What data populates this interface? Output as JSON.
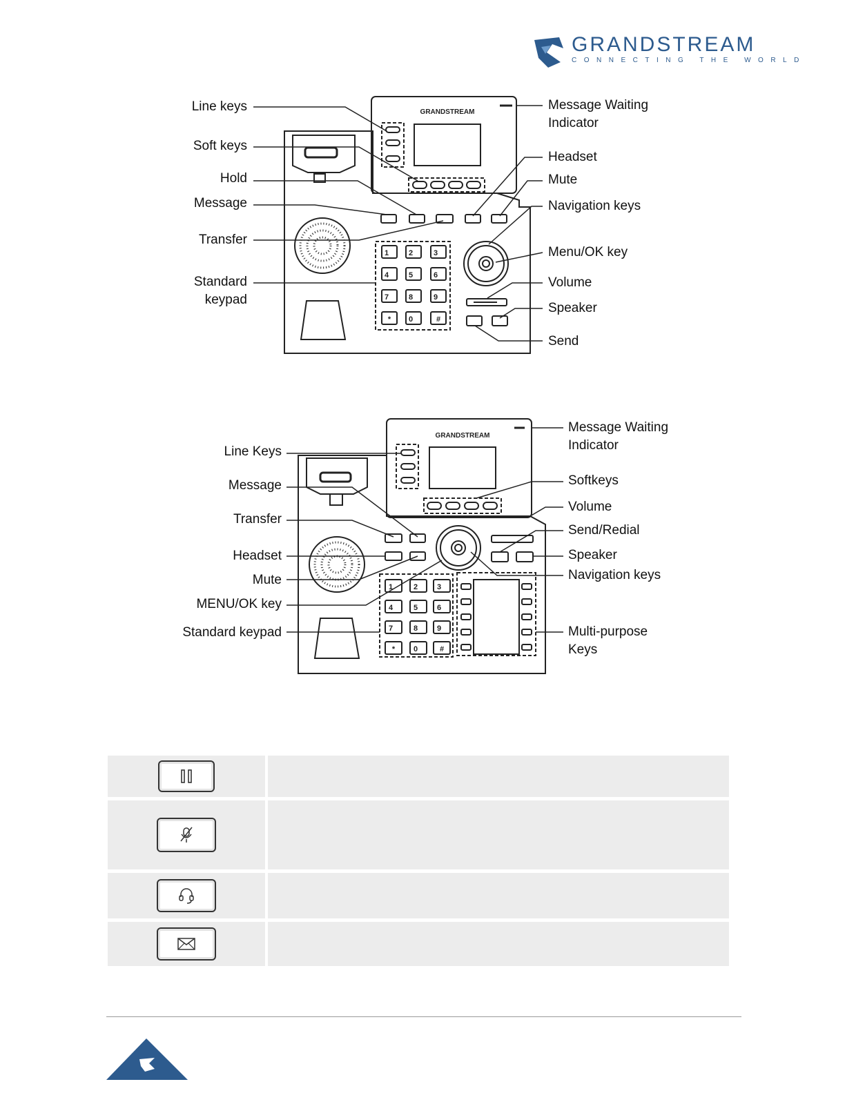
{
  "brand": {
    "name": "GRANDSTREAM",
    "tagline": "CONNECTING THE WORLD",
    "color": "#2d5b8e"
  },
  "diagram1": {
    "device_brand": "GRANDSTREAM",
    "labels_left": {
      "line_keys": "Line keys",
      "soft_keys": "Soft keys",
      "hold": "Hold",
      "message": "Message",
      "transfer": "Transfer",
      "standard_keypad_1": "Standard",
      "standard_keypad_2": "keypad"
    },
    "labels_right": {
      "mwi_1": "Message Waiting",
      "mwi_2": "Indicator",
      "headset": "Headset",
      "mute": "Mute",
      "navigation_keys": "Navigation keys",
      "menu_ok": "Menu/OK key",
      "volume": "Volume",
      "speaker": "Speaker",
      "send": "Send"
    }
  },
  "diagram2": {
    "device_brand": "GRANDSTREAM",
    "labels_left": {
      "line_keys": "Line Keys",
      "message": "Message",
      "transfer": "Transfer",
      "headset": "Headset",
      "mute": "Mute",
      "menu_ok": "MENU/OK key",
      "standard_keypad": "Standard keypad"
    },
    "labels_right": {
      "mwi_1": "Message Waiting",
      "mwi_2": "Indicator",
      "softkeys": "Softkeys",
      "volume": "Volume",
      "send_redial": "Send/Redial",
      "speaker": "Speaker",
      "navigation_keys": "Navigation keys",
      "multi_purpose_1": "Multi-purpose",
      "multi_purpose_2": "Keys"
    }
  },
  "keypad_keys": [
    "1",
    "2",
    "3",
    "4",
    "5",
    "6",
    "7",
    "8",
    "9",
    "*",
    "0",
    "#"
  ],
  "key_table": {
    "rows": [
      {
        "icon": "hold-icon",
        "description": ""
      },
      {
        "icon": "mute-icon",
        "description": ""
      },
      {
        "icon": "headset-icon",
        "description": ""
      },
      {
        "icon": "message-icon",
        "description": ""
      }
    ]
  }
}
